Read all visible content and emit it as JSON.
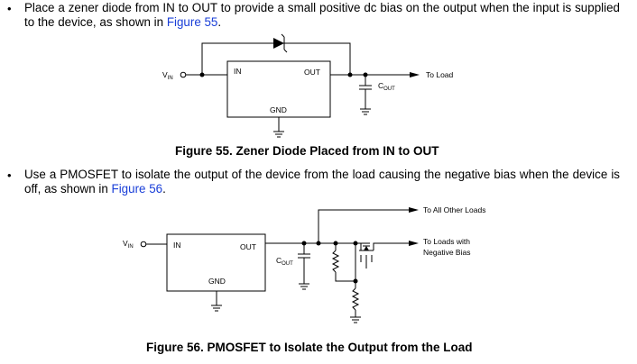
{
  "bullet1": {
    "bullet": "•",
    "text_before_link": "Place a zener diode from IN to OUT to provide a small positive dc bias on the output when the input is supplied to the device, as shown in ",
    "link": "Figure 55",
    "text_after_link": "."
  },
  "figure55": {
    "vin_main": "V",
    "vin_sub": "IN",
    "in_pin": "IN",
    "out_pin": "OUT",
    "gnd_pin": "GND",
    "cout_main": "C",
    "cout_sub": "OUT",
    "load_label": "To Load",
    "caption": "Figure 55.  Zener Diode Placed from IN to OUT"
  },
  "bullet2": {
    "bullet": "•",
    "text_before_link": "Use a PMOSFET to isolate the output of the device from the load causing the negative bias when the device is off, as shown in ",
    "link": "Figure 56",
    "text_after_link": "."
  },
  "figure56": {
    "vin_main": "V",
    "vin_sub": "IN",
    "in_pin": "IN",
    "out_pin": "OUT",
    "gnd_pin": "GND",
    "cout_main": "C",
    "cout_sub": "OUT",
    "all_loads_label": "To All Other Loads",
    "neg_loads_line1": "To Loads with",
    "neg_loads_line2": "Negative Bias",
    "caption": "Figure 56.  PMOSFET to Isolate the Output from the Load"
  }
}
